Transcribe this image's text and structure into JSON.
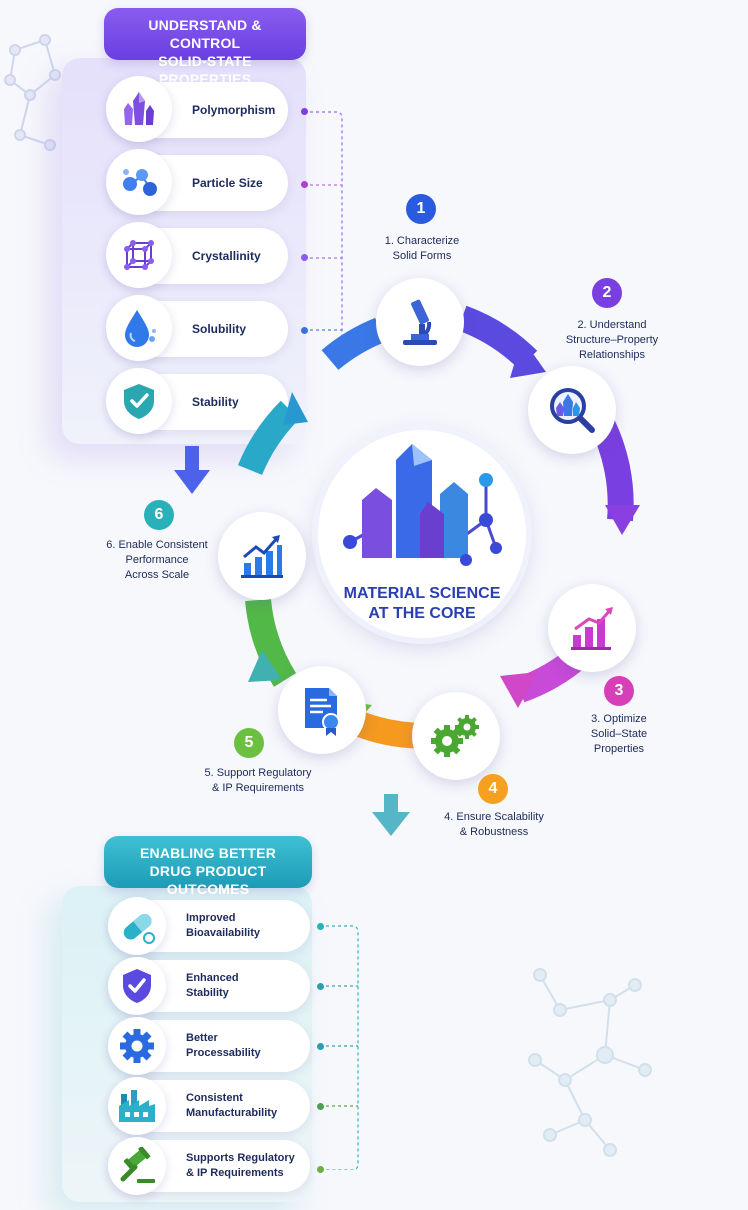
{
  "top_section": {
    "title_line1": "UNDERSTAND & CONTROL",
    "title_line2": "SOLID-STATE PROPERTIES",
    "items": [
      {
        "label": "Polymorphism",
        "icon": "crystal-cluster-icon"
      },
      {
        "label": "Particle Size",
        "icon": "particles-icon"
      },
      {
        "label": "Crystallinity",
        "icon": "crystal-lattice-icon"
      },
      {
        "label": "Solubility",
        "icon": "water-drop-icon"
      },
      {
        "label": "Stability",
        "icon": "shield-check-icon"
      }
    ],
    "connector_colors": [
      "#7b3fe0",
      "#b040d0",
      "#8a5cf0",
      "#3a6fe0"
    ]
  },
  "cycle": {
    "center_line1": "MATERIAL SCIENCE",
    "center_line2": "AT THE CORE",
    "steps": [
      {
        "number": "1",
        "line1": "1. Characterize",
        "line2": "Solid Forms",
        "line3": "",
        "color": "#2a5ae0",
        "icon": "microscope-icon"
      },
      {
        "number": "2",
        "line1": "2. Understand",
        "line2": "Structure–Property",
        "line3": "Relationships",
        "color": "#7a3fe0",
        "icon": "magnifier-crystal-icon"
      },
      {
        "number": "3",
        "line1": "3. Optimize",
        "line2": "Solid–State",
        "line3": "Properties",
        "color": "#d63fb8",
        "icon": "bar-chart-icon"
      },
      {
        "number": "4",
        "line1": "4. Ensure Scalability",
        "line2": "& Robustness",
        "line3": "",
        "color": "#f5a020",
        "icon": "gears-icon"
      },
      {
        "number": "5",
        "line1": "5. Support Regulatory",
        "line2": "& IP Requirements",
        "line3": "",
        "color": "#6cc040",
        "icon": "certificate-icon"
      },
      {
        "number": "6",
        "line1": "6. Enable Consistent",
        "line2": "Performance",
        "line3": "Across Scale",
        "color": "#2ab0b8",
        "icon": "growth-chart-icon"
      }
    ]
  },
  "bottom_section": {
    "title_line1": "ENABLING BETTER",
    "title_line2": "DRUG PRODUCT OUTCOMES",
    "items": [
      {
        "line1": "Improved",
        "line2": "Bioavailability",
        "icon": "capsule-icon"
      },
      {
        "line1": "Enhanced",
        "line2": "Stability",
        "icon": "shield-check-icon"
      },
      {
        "line1": "Better",
        "line2": "Processability",
        "icon": "gear-icon"
      },
      {
        "line1": "Consistent",
        "line2": "Manufacturability",
        "icon": "factory-icon"
      },
      {
        "line1": "Supports Regulatory",
        "line2": "& IP Requirements",
        "icon": "gavel-icon"
      }
    ],
    "connector_colors": [
      "#2ab0b8",
      "#2a9fb0",
      "#2a9fb0",
      "#4aa050",
      "#6cb040"
    ]
  }
}
